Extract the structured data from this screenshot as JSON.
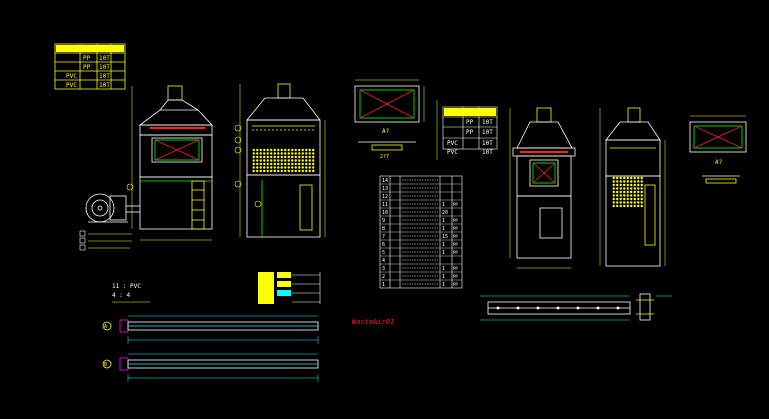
{
  "colors": {
    "background": "#000000",
    "yellow": "#ffff00",
    "white": "#ffffff",
    "green": "#00ff00",
    "red": "#ff2020",
    "cyan": "#00ffff",
    "magenta": "#ff00ff",
    "blue": "#3a7bff"
  },
  "top_left_table": {
    "rows": [
      [
        "",
        "PP",
        "10T"
      ],
      [
        "",
        "PP",
        "10T"
      ],
      [
        "PVC",
        "",
        "10T"
      ],
      [
        "PVC",
        "",
        "10T"
      ]
    ]
  },
  "views": {
    "section_a_label": "A?",
    "section_b_label": "A?",
    "dim_label": "2?7"
  },
  "bom": {
    "rows": [
      {
        "no": "14",
        "name": "",
        "spec": "",
        "qty": "",
        "mat": ""
      },
      {
        "no": "13",
        "name": "",
        "spec": "",
        "qty": "",
        "mat": ""
      },
      {
        "no": "12",
        "name": "",
        "spec": "",
        "qty": "",
        "mat": ""
      },
      {
        "no": "11",
        "name": "",
        "spec": "",
        "qty": "1",
        "mat": "PP"
      },
      {
        "no": "10",
        "name": "",
        "spec": "",
        "qty": "20",
        "mat": ""
      },
      {
        "no": "9",
        "name": "",
        "spec": "",
        "qty": "1",
        "mat": "PP"
      },
      {
        "no": "8",
        "name": "",
        "spec": "",
        "qty": "1",
        "mat": "PP"
      },
      {
        "no": "7",
        "name": "",
        "spec": "",
        "qty": "15",
        "mat": "PP"
      },
      {
        "no": "6",
        "name": "",
        "spec": "",
        "qty": "1",
        "mat": "PP"
      },
      {
        "no": "5",
        "name": "",
        "spec": "",
        "qty": "1",
        "mat": "PP"
      },
      {
        "no": "4",
        "name": "",
        "spec": "",
        "qty": "",
        "mat": ""
      },
      {
        "no": "3",
        "name": "",
        "spec": "",
        "qty": "1",
        "mat": "PP"
      },
      {
        "no": "2",
        "name": "",
        "spec": "",
        "qty": "1",
        "mat": "PP"
      },
      {
        "no": "1",
        "name": "",
        "spec": "",
        "qty": "1",
        "mat": "PP"
      }
    ]
  },
  "right_table": {
    "rows": [
      [
        "",
        "PP",
        "10T"
      ],
      [
        "",
        "PP",
        "10T"
      ],
      [
        "PVC",
        "",
        "10T"
      ],
      [
        "PVC",
        "",
        "10T"
      ]
    ]
  },
  "note": {
    "line1": "11 : PVC",
    "line2": "4 : 4"
  },
  "watermark": "WasteAir01",
  "callouts": {
    "a": "A",
    "b": "B"
  }
}
